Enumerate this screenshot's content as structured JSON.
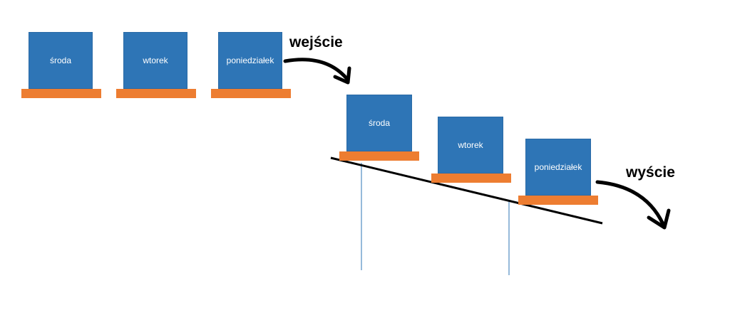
{
  "colors": {
    "box": "#2e75b6",
    "pallet": "#ed7d31",
    "line": "#000000",
    "post": "#2e75b6"
  },
  "queue": {
    "boxes": [
      "środa",
      "wtorek",
      "poniedziałek"
    ]
  },
  "conveyor": {
    "boxes": [
      "środa",
      "wtorek",
      "poniedziałek"
    ]
  },
  "labels": {
    "input": "wejście",
    "output": "wyście"
  }
}
